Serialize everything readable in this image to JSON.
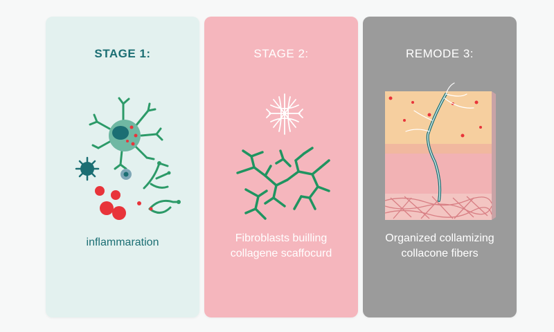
{
  "panels": [
    {
      "title": "STAGE 1:",
      "caption_lines": [
        "inflammaration"
      ]
    },
    {
      "title": "STAGE 2:",
      "caption_lines": [
        "Fibroblasts builling",
        "collagene scaffocurd"
      ]
    },
    {
      "title": "REMODE 3:",
      "caption_lines": [
        "Organized collamizing",
        "collacone fibers"
      ]
    }
  ],
  "colors": {
    "background": "#f7f8f8",
    "panel_1": "#e3f1ef",
    "panel_2": "#f5b6bd",
    "panel_3": "#9b9b9b",
    "teal": "#1b6e73",
    "green": "#2c9a68",
    "red": "#e8343a"
  }
}
